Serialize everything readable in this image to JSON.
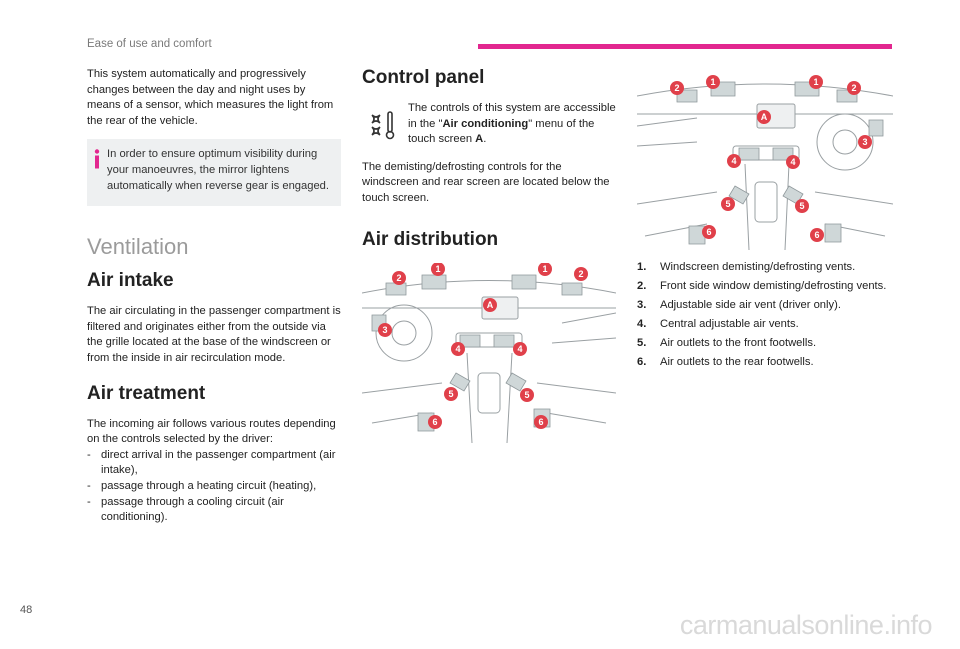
{
  "header": {
    "section": "Ease of use and comfort",
    "accent_color": "#e2278f"
  },
  "page_number": "48",
  "watermark": "carmanualsonline.info",
  "col1": {
    "intro": "This system automatically and progressively changes between the day and night uses by means of a sensor, which measures the light from the rear of the vehicle.",
    "info_note": "In order to ensure optimum visibility during your manoeuvres, the mirror lightens automatically when reverse gear is engaged.",
    "ventilation_title": "Ventilation",
    "air_intake_title": "Air intake",
    "air_intake_text": "The air circulating in the passenger compartment is filtered and originates either from the outside via the grille located at the base of the windscreen or from the inside in air recirculation mode.",
    "air_treatment_title": "Air treatment",
    "air_treatment_intro": "The incoming air follows various routes depending on the controls selected by the driver:",
    "air_treatment_items": [
      "direct arrival in the passenger compartment (air intake),",
      "passage through a heating circuit (heating),",
      "passage through a cooling circuit (air conditioning)."
    ]
  },
  "col2": {
    "control_panel_title": "Control panel",
    "controls_pre": "The controls of this system are accessible in the \"",
    "controls_bold": "Air conditioning",
    "controls_mid": "\" menu of the touch screen ",
    "controls_screen": "A",
    "controls_end": ".",
    "demist_text": "The demisting/defrosting controls for the windscreen and rear screen are located below the touch screen.",
    "air_distribution_title": "Air distribution"
  },
  "diagram_labels": [
    "1",
    "1",
    "2",
    "2",
    "3",
    "A",
    "4",
    "4",
    "5",
    "5",
    "6",
    "6"
  ],
  "diagram_colors": {
    "marker": "#e0404a",
    "arrow": "#cfd7d8"
  },
  "legend": [
    {
      "num": "1.",
      "text": "Windscreen demisting/defrosting vents."
    },
    {
      "num": "2.",
      "text": "Front side window demisting/defrosting vents."
    },
    {
      "num": "3.",
      "text": "Adjustable side air vent (driver only)."
    },
    {
      "num": "4.",
      "text": "Central adjustable air vents."
    },
    {
      "num": "5.",
      "text": "Air outlets to the front footwells."
    },
    {
      "num": "6.",
      "text": "Air outlets to the rear footwells."
    }
  ]
}
